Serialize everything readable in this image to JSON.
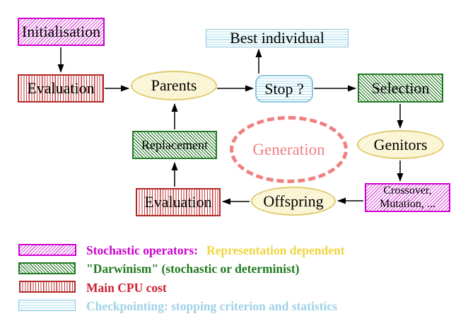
{
  "nodes": {
    "initialisation": "Initialisation",
    "evaluation_top": "Evaluation",
    "parents": "Parents",
    "best_individual": "Best individual",
    "stop": "Stop ?",
    "selection": "Selection",
    "genitors": "Genitors",
    "crossover_line1": "Crossover,",
    "crossover_line2": "Mutation, ...",
    "offspring": "Offspring",
    "evaluation_bottom": "Evaluation",
    "replacement": "Replacement",
    "generation": "Generation"
  },
  "legend": {
    "stochastic_label": "Stochastic operators:",
    "stochastic_extra": "Representation dependent",
    "darwinism": "\"Darwinism\" (stochastic or determinist)",
    "cpu": "Main CPU cost",
    "checkpointing": "Checkpointing: stopping criterion and statistics"
  },
  "colors": {
    "magenta": "#cf00cf",
    "green": "#217a21",
    "red": "#b22929",
    "cyan": "#8cc6dc",
    "yellow_border": "#e0cb6e",
    "coral": "#f08080",
    "legend_magenta_text": "#cc00cc",
    "legend_gold_text": "#f0d540",
    "legend_green_text": "#1f7a1f",
    "legend_red_text": "#cc2233",
    "legend_cyan_text": "#a0d2e8"
  }
}
